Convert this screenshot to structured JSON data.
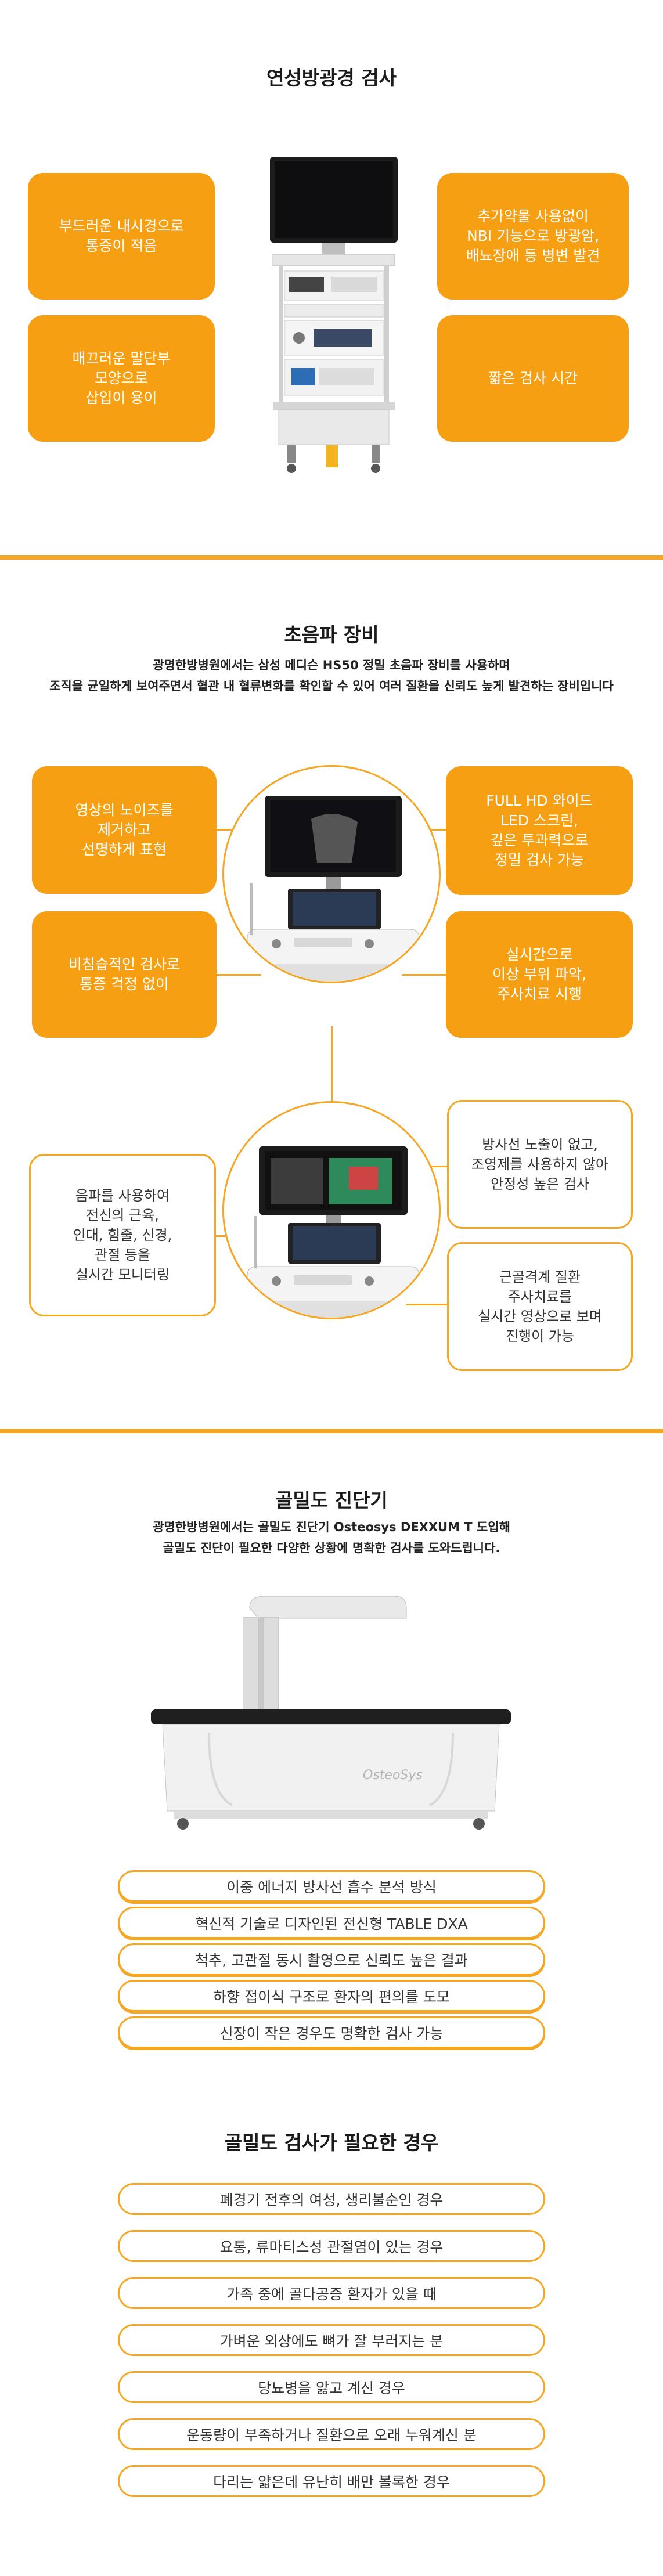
{
  "section1": {
    "title": "연성방광경 검사",
    "boxes": [
      "부드러운 내시경으로\n통증이 적음",
      "추가약물 사용없이\nNBI 기능으로 방광암,\n배뇨장애 등 병변 발견",
      "매끄러운 말단부\n모양으로\n삽입이 용이",
      "짧은 검사 시간"
    ],
    "image": "endoscopy-cart-icon"
  },
  "section2": {
    "title": "초음파 장비",
    "subtitle": [
      "광명한방병원에서는 삼성 메디슨 HS50 정밀 초음파 장비를 사용하며",
      "조직을 균일하게 보여주면서 혈관 내 혈류변화를 확인할 수 있어 여러 질환을 신뢰도 높게 발견하는 장비입니다"
    ],
    "orange_boxes": [
      "영상의 노이즈를\n제거하고\n선명하게 표현",
      "FULL HD 와이드\nLED 스크린,\n깊은 투과력으로\n정밀 검사 가능",
      "비침습적인 검사로\n통증 걱정 없이",
      "실시간으로\n이상 부위 파악,\n주사치료 시행"
    ],
    "white_boxes": [
      "방사선 노출이 없고,\n조영제를 사용하지 않아\n안정성 높은 검사",
      "음파를 사용하여\n전신의 근육,\n인대, 힘줄, 신경,\n관절 등을\n실시간 모니터링",
      "근골격계 질환\n주사치료를\n실시간 영상으로 보며\n진행이 가능"
    ],
    "image": "ultrasound-machine-icon"
  },
  "section3": {
    "title": "골밀도 진단기",
    "subtitle": [
      "광명한방병원에서는 골밀도 진단기 Osteosys DEXXUM T 도입해",
      "골밀도 진단이 필요한 다양한 상황에 명확한 검사를 도와드립니다."
    ],
    "device_brand": "OsteoSys",
    "features": [
      "이중 에너지 방사선 흡수 분석 방식",
      "혁신적 기술로 디자인된 전신형 TABLE DXA",
      "척추, 고관절 동시 촬영으로 신뢰도 높은 결과",
      "하향 접이식 구조로 환자의 편의를 도모",
      "신장이 작은 경우도 명확한 검사 가능"
    ]
  },
  "section4": {
    "title": "골밀도 검사가 필요한 경우",
    "cases": [
      "폐경기 전후의 여성, 생리불순인 경우",
      "요통, 류마티스성 관절염이 있는 경우",
      "가족 중에 골다공증 환자가 있을 때",
      "가벼운 외상에도 뼈가 잘 부러지는 분",
      "당뇨병을 앓고 계신 경우",
      "운동량이 부족하거나 질환으로 오래 누워계신 분",
      "다리는 얇은데 유난히 배만 볼록한 경우"
    ]
  },
  "colors": {
    "accent": "#f79f12",
    "divider": "#f5a623"
  }
}
